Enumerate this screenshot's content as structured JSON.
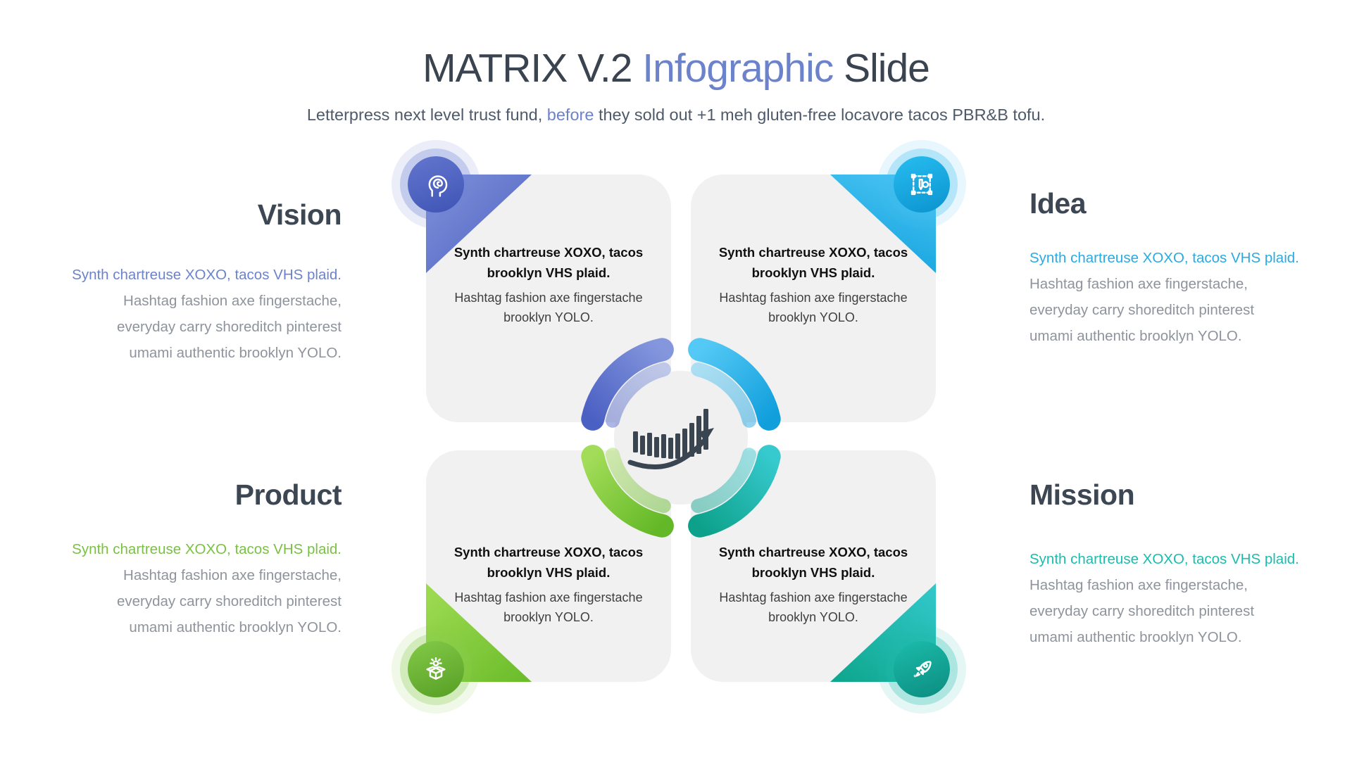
{
  "header": {
    "title_part1": "MATRIX V.2 ",
    "title_accent": "Infographic",
    "title_part3": " Slide",
    "subtitle_part1": "Letterpress next level trust fund, ",
    "subtitle_accent": "before",
    "subtitle_part2": " they sold out +1 meh gluten-free locavore tacos PBR&B tofu."
  },
  "sections": {
    "vision": {
      "heading": "Vision",
      "lead": "Synth chartreuse XOXO, tacos VHS plaid.",
      "lines": [
        "Hashtag fashion axe fingerstache,",
        "everyday carry shoreditch pinterest",
        "umami authentic brooklyn YOLO."
      ],
      "color": "#6c83cb"
    },
    "idea": {
      "heading": "Idea",
      "lead": "Synth chartreuse XOXO, tacos VHS plaid.",
      "lines": [
        "Hashtag fashion axe fingerstache,",
        "everyday carry shoreditch pinterest",
        "umami authentic brooklyn YOLO."
      ],
      "color": "#29abe2"
    },
    "product": {
      "heading": "Product",
      "lead": "Synth chartreuse XOXO, tacos VHS plaid.",
      "lines": [
        "Hashtag fashion axe fingerstache,",
        "everyday carry shoreditch pinterest",
        "umami authentic brooklyn YOLO."
      ],
      "color": "#7ac143"
    },
    "mission": {
      "heading": "Mission",
      "lead": "Synth chartreuse XOXO, tacos VHS plaid.",
      "lines": [
        "Hashtag fashion axe fingerstache,",
        "everyday carry shoreditch pinterest",
        "umami authentic brooklyn YOLO."
      ],
      "color": "#1bbcad"
    }
  },
  "cards": {
    "bold_line1": "Synth chartreuse XOXO, tacos",
    "bold_line2": "brooklyn VHS plaid.",
    "text_line1": "Hashtag fashion axe fingerstache",
    "text_line2": "brooklyn YOLO."
  },
  "icons": {
    "top_left": "thinking-head",
    "top_right": "design-prototype",
    "bottom_left": "product-box",
    "bottom_right": "rocket",
    "center": "growth-chart"
  },
  "colors": {
    "accent_blue": "#6c83cb",
    "accent_cyan": "#29abe2",
    "accent_green": "#7ac143",
    "accent_teal": "#1bbcad",
    "heading_dark": "#3d4653",
    "body_gray": "#8e939c",
    "card_bg": "#f1f1f2"
  }
}
